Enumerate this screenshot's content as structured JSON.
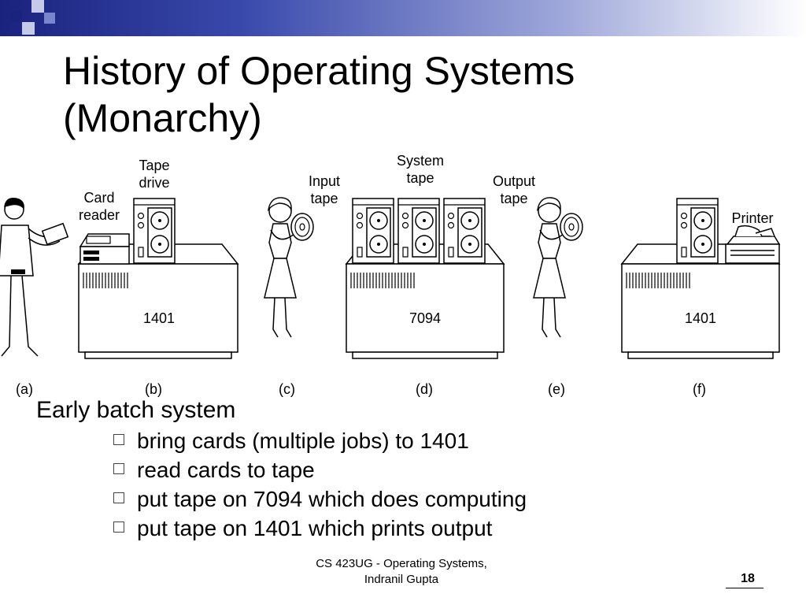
{
  "slide": {
    "title_line1": "History of Operating Systems",
    "title_line2": "(Monarchy)",
    "main_bullet": "Early batch system",
    "sub_bullets": [
      "bring cards (multiple jobs) to 1401",
      "read cards to tape",
      "put tape on 7094 which does computing",
      "put tape on 1401 which prints output"
    ],
    "footer_line1": "CS 423UG - Operating Systems,",
    "footer_line2": "Indranil Gupta",
    "slide_number": "18"
  },
  "figure": {
    "labels": {
      "card_reader_1": "Card",
      "card_reader_2": "reader",
      "tape_drive_1": "Tape",
      "tape_drive_2": "drive",
      "input_tape_1": "Input",
      "input_tape_2": "tape",
      "system_tape_1": "System",
      "system_tape_2": "tape",
      "output_tape_1": "Output",
      "output_tape_2": "tape",
      "printer": "Printer",
      "machine_left": "1401",
      "machine_center": "7094",
      "machine_right": "1401"
    },
    "panels": [
      "(a)",
      "(b)",
      "(c)",
      "(d)",
      "(e)",
      "(f)"
    ]
  },
  "colors": {
    "header_dark": "#1a237e",
    "header_mid": "#3949ab",
    "corner_light": "#9fa8da"
  }
}
